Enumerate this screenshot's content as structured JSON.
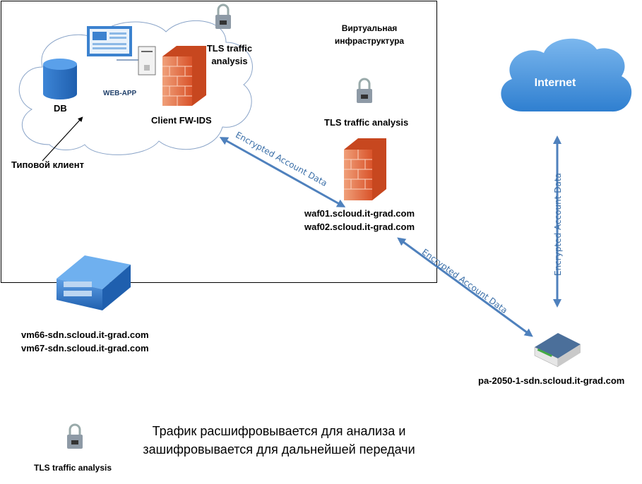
{
  "infra_box": {
    "title": "Виртуальная инфраструктура"
  },
  "nodes": {
    "db": {
      "label": "DB",
      "icon": "database-icon"
    },
    "web_app": {
      "label": "WEB-APP",
      "icon": "web-app-icon"
    },
    "client_fw": {
      "label": "Client FW-IDS",
      "icon": "firewall-icon"
    },
    "typical_client": {
      "label": "Типовой клиент"
    },
    "tls_top": {
      "label": "TLS traffic analysis",
      "icon": "padlock-icon"
    },
    "tls_mid": {
      "label": "TLS traffic analysis",
      "icon": "padlock-icon"
    },
    "waf": {
      "lines": [
        "waf01.scloud.it-grad.com",
        "waf02.scloud.it-grad.com"
      ],
      "icon": "firewall-icon"
    },
    "vm": {
      "lines": [
        "vm66-sdn.scloud.it-grad.com",
        "vm67-sdn.scloud.it-grad.com"
      ],
      "icon": "server-icon"
    },
    "pa": {
      "label": "pa-2050-1-sdn.scloud.it-grad.com",
      "icon": "router-icon"
    },
    "internet": {
      "label": "Internet",
      "icon": "cloud-icon"
    }
  },
  "edges": {
    "fw_waf": "Encrypted Account Data",
    "waf_pa": "Encrypted Account Data",
    "pa_internet": "Encrypted Account Data"
  },
  "legend": {
    "label": "TLS traffic analysis",
    "icon": "padlock-icon",
    "text": "Трафик расшифровывается для анализа и зашифровывается для дальнейшей передачи"
  },
  "colors": {
    "arrow": "#4f81bd",
    "cloud_fill": "#4a90d9",
    "firewall": "#e8602a",
    "server": "#2f6fb5"
  }
}
